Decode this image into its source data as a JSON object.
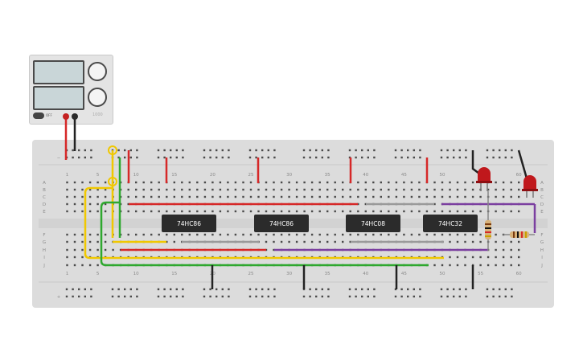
{
  "power_supply": {
    "switch_label": "OFF",
    "brand": "1000"
  },
  "breadboard": {
    "column_labels_top": [
      "1",
      "5",
      "10",
      "15",
      "20",
      "25",
      "30",
      "35",
      "40",
      "45",
      "50",
      "55",
      "60"
    ],
    "column_labels_bottom": [
      "1",
      "5",
      "10",
      "15",
      "20",
      "25",
      "30",
      "35",
      "40",
      "45",
      "50",
      "55",
      "60"
    ],
    "row_labels_left": [
      "A",
      "B",
      "C",
      "D",
      "E",
      "F",
      "G",
      "H",
      "I",
      "J"
    ],
    "row_labels_right": [
      "A",
      "B",
      "C",
      "D",
      "E",
      "F",
      "G",
      "H",
      "I",
      "J"
    ],
    "rail_minus": "−",
    "rail_plus": "+"
  },
  "chips": [
    {
      "label": "74HC86"
    },
    {
      "label": "74HC86"
    },
    {
      "label": "74HC08"
    },
    {
      "label": "74HC32"
    }
  ],
  "colors": {
    "board": "#dcdcdc",
    "wire_red": "#d62828",
    "wire_black": "#222222",
    "wire_yellow": "#f0c800",
    "wire_green": "#2fa82f",
    "wire_purple": "#7b3fa0",
    "wire_gray": "#9a9a9a",
    "chip": "#2b2b2b",
    "led": "#c0181c"
  }
}
